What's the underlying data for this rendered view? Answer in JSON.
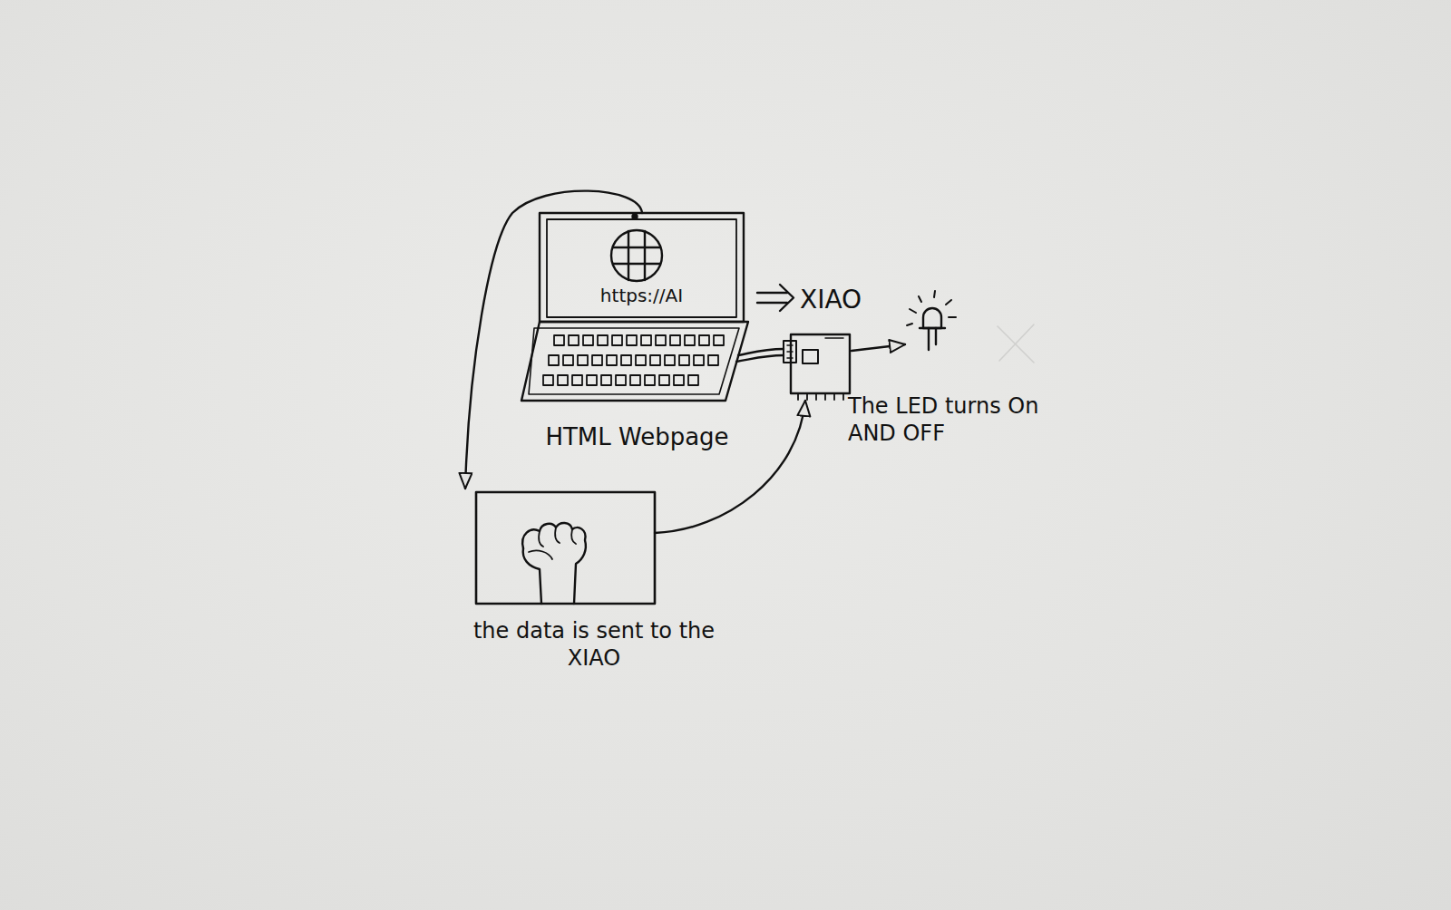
{
  "diagram": {
    "nodes": [
      {
        "text": [
          "https://AI",
          "HTML Webpage"
        ]
      },
      {
        "text": [
          "XIAO"
        ]
      },
      {
        "text": [
          "The LED turns On AND OFF"
        ]
      },
      {
        "text": [
          "the data is sent to the XIAO"
        ]
      }
    ],
    "edges": [
      {
        "from": 0,
        "to": 3,
        "arrow": "to"
      },
      {
        "from": 3,
        "to": 1,
        "arrow": "to"
      },
      {
        "from": 0,
        "to": 1,
        "arrow": "none"
      },
      {
        "from": 1,
        "to": 2,
        "arrow": "to"
      }
    ]
  }
}
